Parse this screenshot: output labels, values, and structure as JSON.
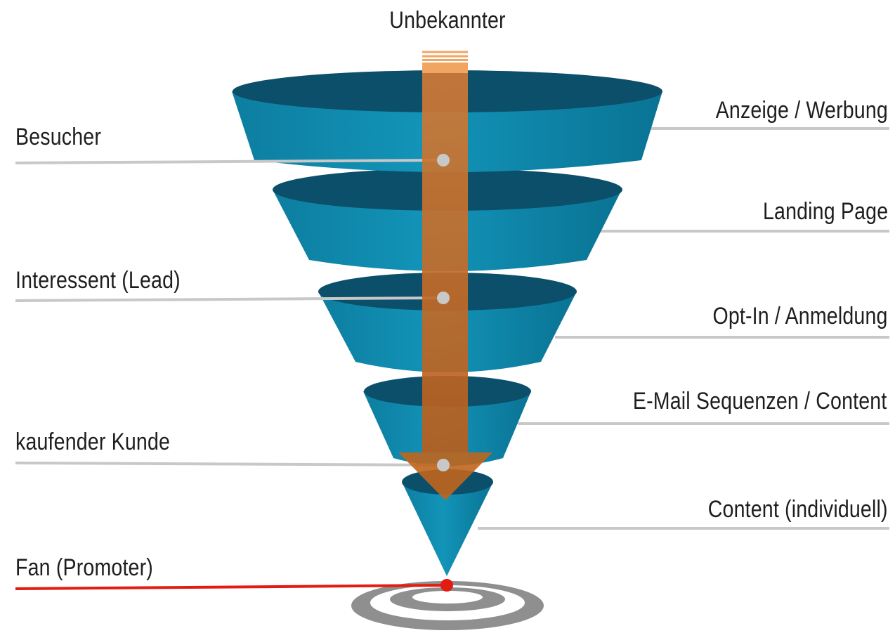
{
  "diagram": {
    "top_label": "Unbekannter",
    "left_stages": [
      {
        "label": "Besucher"
      },
      {
        "label": "Interessent (Lead)"
      },
      {
        "label": "kaufender Kunde"
      },
      {
        "label": "Fan (Promoter)"
      }
    ],
    "right_steps": [
      {
        "label": "Anzeige / Werbung"
      },
      {
        "label": "Landing Page"
      },
      {
        "label": "Opt-In / Anmeldung"
      },
      {
        "label": "E-Mail Sequenzen / Content"
      },
      {
        "label": "Content (individuell)"
      }
    ],
    "colors": {
      "funnel_body": "#0a86a8",
      "funnel_top": "#0b4f6a",
      "arrow": "#c0651d",
      "arrow_top": "#f0a561",
      "connector": "#c8c8c8",
      "dot": "#c8c8c8",
      "target_ring": "#8f8f8f",
      "target_center": "#e31b10",
      "fan_line": "#e31b10"
    }
  }
}
